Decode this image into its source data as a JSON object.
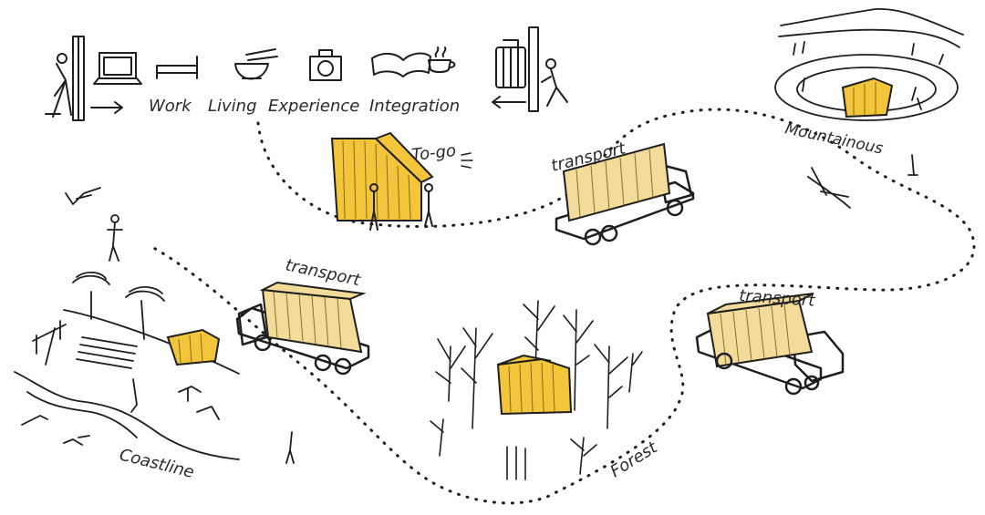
{
  "colors": {
    "ink": "#1e1e1e",
    "cabin": "#f2c53a",
    "container": "#f3dc9a"
  },
  "header": {
    "labels": [
      "Work",
      "Living",
      "Experience",
      "Integration"
    ]
  },
  "stops": {
    "to_go": "To-go",
    "transport_top": "transport",
    "mountainous": "Mountainous",
    "transport_left": "transport",
    "transport_right": "transport",
    "forest": "Forest",
    "coastline": "Coastline"
  }
}
